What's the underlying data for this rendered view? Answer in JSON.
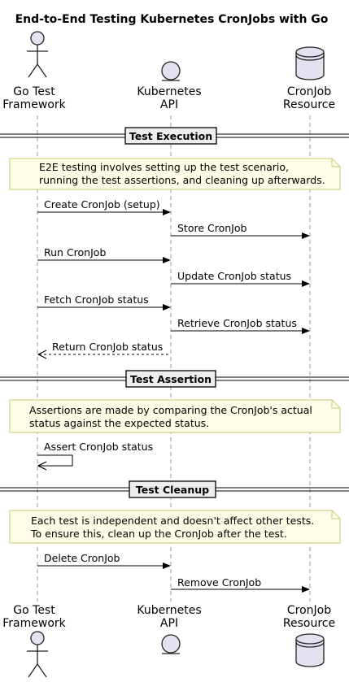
{
  "title": "End-to-End Testing Kubernetes CronJobs with Go",
  "participants": [
    {
      "id": "go",
      "line1": "Go Test",
      "line2": "Framework",
      "shape": "actor"
    },
    {
      "id": "api",
      "line1": "Kubernetes",
      "line2": "API",
      "shape": "entity"
    },
    {
      "id": "res",
      "line1": "CronJob",
      "line2": "Resource",
      "shape": "database"
    }
  ],
  "sections": [
    {
      "label": "Test Execution"
    },
    {
      "label": "Test Assertion"
    },
    {
      "label": "Test Cleanup"
    }
  ],
  "notes": [
    {
      "line1": "E2E testing involves setting up the test scenario,",
      "line2": "running the test assertions, and cleaning up afterwards."
    },
    {
      "line1": "Assertions are made by comparing the CronJob's actual",
      "line2": "status against the expected status."
    },
    {
      "line1": "Each test is independent and doesn't affect other tests.",
      "line2": "To ensure this, clean up the CronJob after the test."
    }
  ],
  "messages": [
    {
      "from": "go",
      "to": "api",
      "label": "Create CronJob (setup)",
      "style": "solid"
    },
    {
      "from": "api",
      "to": "res",
      "label": "Store CronJob",
      "style": "solid"
    },
    {
      "from": "go",
      "to": "api",
      "label": "Run CronJob",
      "style": "solid"
    },
    {
      "from": "api",
      "to": "res",
      "label": "Update CronJob status",
      "style": "solid"
    },
    {
      "from": "go",
      "to": "api",
      "label": "Fetch CronJob status",
      "style": "solid"
    },
    {
      "from": "api",
      "to": "res",
      "label": "Retrieve CronJob status",
      "style": "solid"
    },
    {
      "from": "api",
      "to": "go",
      "label": "Return CronJob status",
      "style": "dashed"
    },
    {
      "from": "go",
      "to": "go",
      "label": "Assert CronJob status",
      "style": "self"
    },
    {
      "from": "go",
      "to": "api",
      "label": "Delete CronJob",
      "style": "solid"
    },
    {
      "from": "api",
      "to": "res",
      "label": "Remove CronJob",
      "style": "solid"
    }
  ],
  "colors": {
    "participant_fill": "#e2e2f0",
    "note_fill": "#fefee6",
    "note_border": "#c8c87a",
    "section_fill": "#eeeeee",
    "lifeline": "#999999"
  }
}
